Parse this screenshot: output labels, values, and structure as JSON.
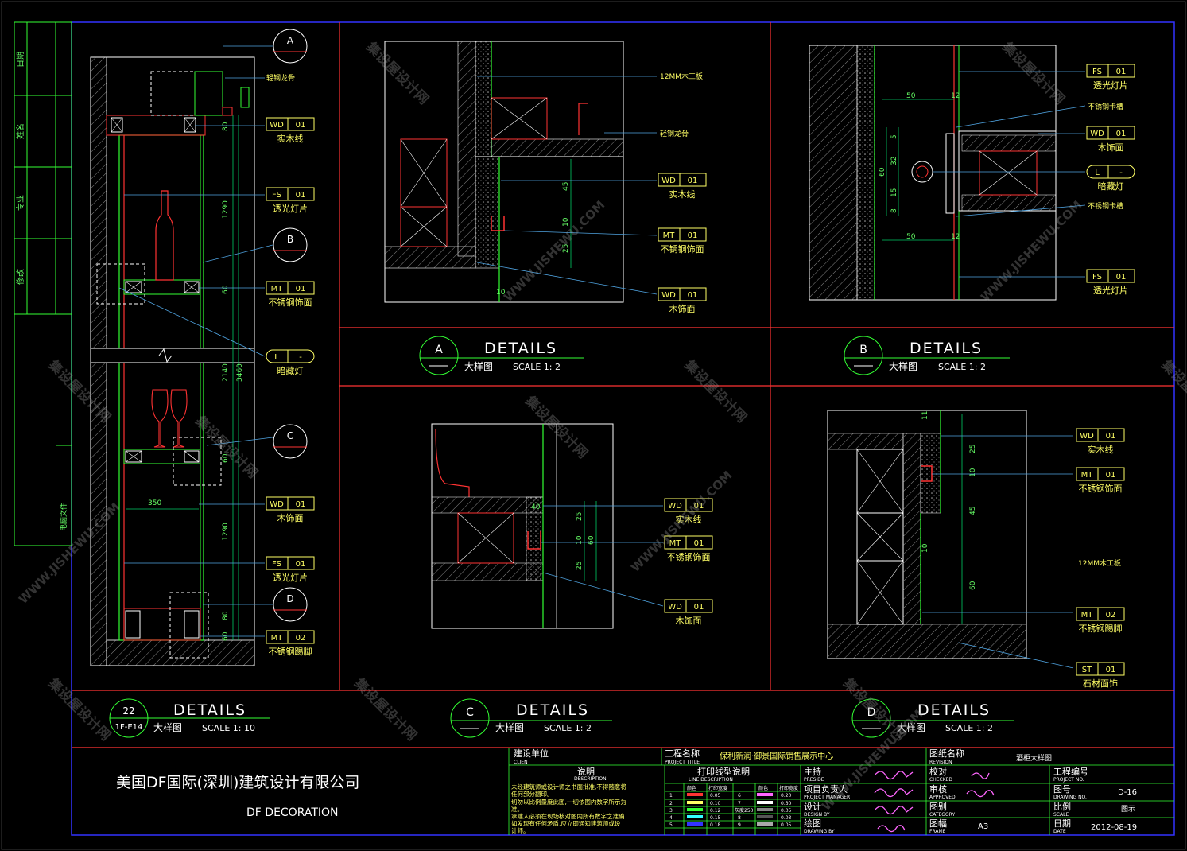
{
  "left_strip": {
    "labels": [
      "日期",
      "姓名",
      "专业",
      "修改"
    ],
    "e_file_label": "电脑文件"
  },
  "tags": {
    "wd01": {
      "code": "WD",
      "num": "01"
    },
    "fs01": {
      "code": "FS",
      "num": "01"
    },
    "mt01": {
      "code": "MT",
      "num": "01"
    },
    "mt02": {
      "code": "MT",
      "num": "02"
    },
    "l": {
      "code": "L",
      "num": "-"
    },
    "st01": {
      "code": "ST",
      "num": "01"
    }
  },
  "materials": {
    "solid_wood_line": "实木线",
    "light_panel": "透光灯片",
    "ss_trim": "不锈钢饰面",
    "hidden_light": "暗藏灯",
    "wood_finish": "木饰面",
    "ss_kick": "不锈钢踢脚",
    "stone_finish": "石材面饰",
    "light_keel": "轻钢龙骨",
    "board_12mm": "12MM木工板",
    "ss_card_slot": "不锈钢卡槽"
  },
  "markers": {
    "a": "A",
    "b": "B",
    "c": "C",
    "d": "D"
  },
  "main_section": {
    "number": "22",
    "ref": "1F-E14",
    "title": "DETAILS",
    "subtitle": "大样图",
    "scale": "SCALE  1:  10",
    "dims": [
      "80",
      "1290",
      "60",
      "2140",
      "3460",
      "60",
      "350",
      "1290",
      "80",
      "60"
    ]
  },
  "detail_a": {
    "letter": "A",
    "title": "DETAILS",
    "subtitle": "大样图",
    "scale": "SCALE  1:  2",
    "dims": [
      "45",
      "10",
      "25",
      "10"
    ]
  },
  "detail_b": {
    "letter": "B",
    "title": "DETAILS",
    "subtitle": "大样图",
    "scale": "SCALE  1:  2",
    "dims": [
      "50",
      "12",
      "5",
      "32",
      "15",
      "8",
      "60",
      "50",
      "12"
    ]
  },
  "detail_c": {
    "letter": "C",
    "title": "DETAILS",
    "subtitle": "大样图",
    "scale": "SCALE  1:  2",
    "dims": [
      "40",
      "25",
      "10",
      "25",
      "60"
    ]
  },
  "detail_d": {
    "letter": "D",
    "title": "DETAILS",
    "subtitle": "大样图",
    "scale": "SCALE  1:  2",
    "dims": [
      "11",
      "25",
      "10",
      "45",
      "10",
      "60"
    ]
  },
  "title_block": {
    "company_cn": "美国DF国际(深圳)建筑设计有限公司",
    "company_en": "DF   DECORATION",
    "client_label": "建设单位",
    "client_en": "CLIENT",
    "project_label": "工程名称",
    "project_en": "PROJECT TITLE",
    "project_value": "保利新润·御景国际销售展示中心",
    "drawing_name_label": "图纸名称",
    "drawing_name_en": "REVISION",
    "drawing_name_value": "酒柜大样图",
    "desc_label": "说明",
    "desc_en": "DESCRIPTION",
    "desc_lines": [
      "未经建筑师或设计师之书面批准,不得随意将",
      "任何部分翻印。",
      "切勿以比例量度此图,一切依图内数字所示为",
      "准。",
      "承建人必须在现场核对图内所有数字之准确",
      "如发现有任何矛盾,应立即通知建筑师或设",
      "计师。"
    ],
    "line_title": "打印线型说明",
    "line_title_en": "LINE DESCRIPTION",
    "line_headers": [
      "颜色",
      "打印宽度",
      "颜色",
      "打印宽度"
    ],
    "line_rows": [
      [
        "1",
        "0.05",
        "6",
        "0.20"
      ],
      [
        "2",
        "0.10",
        "7",
        "0.30"
      ],
      [
        "3",
        "0.12",
        "灰度250",
        "0.05"
      ],
      [
        "4",
        "0.15",
        "8",
        "0.03"
      ],
      [
        "5",
        "0.18",
        "9",
        "0.05"
      ]
    ],
    "roles": [
      {
        "cn": "主持",
        "en": "PRESIDE"
      },
      {
        "cn": "项目负责人",
        "en": "PROJECT MANAGER"
      },
      {
        "cn": "设计",
        "en": "DESIGN BY"
      },
      {
        "cn": "绘图",
        "en": "DRAWING BY"
      }
    ],
    "checks": [
      {
        "cn": "校对",
        "en": "CHECKED",
        "value": ""
      },
      {
        "cn": "审核",
        "en": "APPROVED",
        "value": ""
      },
      {
        "cn": "图别",
        "en": "CATEGORY",
        "value": ""
      },
      {
        "cn": "图幅",
        "en": "FRAME",
        "value": "A3"
      }
    ],
    "info": [
      {
        "cn": "工程编号",
        "en": "PROJECT NO.",
        "value": ""
      },
      {
        "cn": "图号",
        "en": "DRAWING NO.",
        "value": "D-16"
      },
      {
        "cn": "比例",
        "en": "SCALE",
        "value": "图示"
      },
      {
        "cn": "日期",
        "en": "DATE",
        "value": "2012-08-19"
      }
    ]
  },
  "watermarks": {
    "cn": "集设屋设计网",
    "en": "WWW.JISHEWU.COM"
  },
  "colors": {
    "background": "#000000",
    "frame": "#3333ff",
    "section": "#ff3333",
    "tag": "#ffff66",
    "leader": "#4fa3e0",
    "wall": "#33ff33",
    "dim": "#00cc66"
  }
}
